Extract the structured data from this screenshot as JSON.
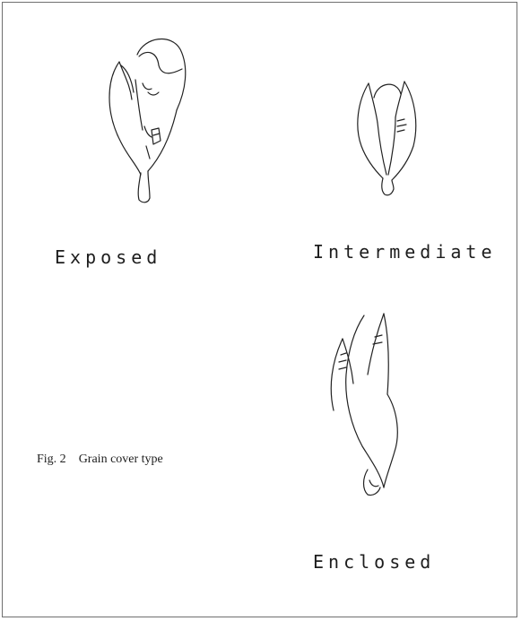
{
  "figure": {
    "caption_number": "Fig. 2",
    "caption_text": "Grain cover type"
  },
  "grain_types": [
    {
      "label": "Exposed"
    },
    {
      "label": "Intermediate"
    },
    {
      "label": "Enclosed"
    }
  ]
}
